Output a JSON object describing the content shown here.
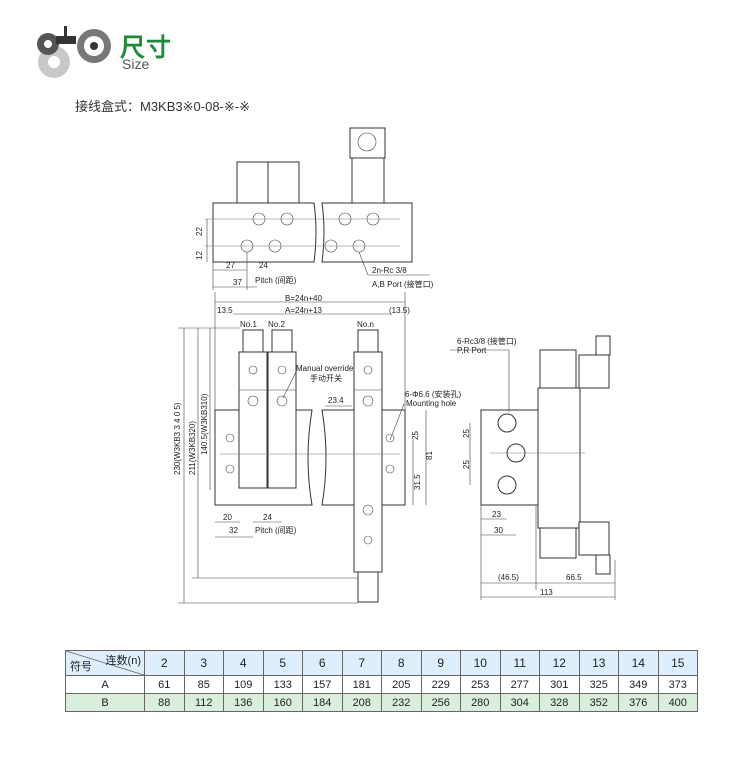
{
  "header": {
    "title_cn": "尺寸",
    "title_en": "Size",
    "model": "接线盒式：M3KB3※0-08-※-※"
  },
  "top_view": {
    "dim_22": "22",
    "dim_12": "12",
    "dim_27": "27",
    "dim_24": "24",
    "dim_37": "37",
    "pitch": "Pitch (间距)",
    "port_label": "2n-Rc 3/8",
    "port_desc": "A,B Port (接管口)"
  },
  "front_view": {
    "dim_b": "B=24n+40",
    "dim_a": "A=24n+13",
    "dim_135_left": "13.5",
    "dim_135_right": "(13.5)",
    "no1": "No.1",
    "no2": "No.2",
    "non": "No.n",
    "manual_en": "Manual override",
    "manual_cn": "手动开关",
    "dim_234": "23.4",
    "mount_cn": "6-Φ6.6 (安装孔)",
    "mount_en": "Mounting hole",
    "dim_25": "25",
    "dim_81": "81",
    "dim_315": "31.5",
    "dim_230": "230(W3KB3 3 4 0 5)",
    "dim_211": "211(W3KB320)",
    "dim_1405": "140.5(W3KB310)",
    "dim_20": "20",
    "dim_32": "32",
    "dim_24": "24",
    "pitch": "Pitch (间距)"
  },
  "side_view": {
    "port_label": "6-Rc3/8 (接管口)",
    "port_desc": "P,R Port",
    "dim_25a": "25",
    "dim_25b": "25",
    "dim_23": "23",
    "dim_30": "30",
    "dim_465": "(46.5)",
    "dim_665": "66.5",
    "dim_113": "113"
  },
  "table": {
    "corner_top": "连数(n)",
    "corner_bottom": "符号",
    "columns": [
      "2",
      "3",
      "4",
      "5",
      "6",
      "7",
      "8",
      "9",
      "10",
      "11",
      "12",
      "13",
      "14",
      "15"
    ],
    "rows": [
      {
        "label": "A",
        "values": [
          "61",
          "85",
          "109",
          "133",
          "157",
          "181",
          "205",
          "229",
          "253",
          "277",
          "301",
          "325",
          "349",
          "373"
        ]
      },
      {
        "label": "B",
        "values": [
          "88",
          "112",
          "136",
          "160",
          "184",
          "208",
          "232",
          "256",
          "280",
          "304",
          "328",
          "352",
          "376",
          "400"
        ]
      }
    ]
  }
}
